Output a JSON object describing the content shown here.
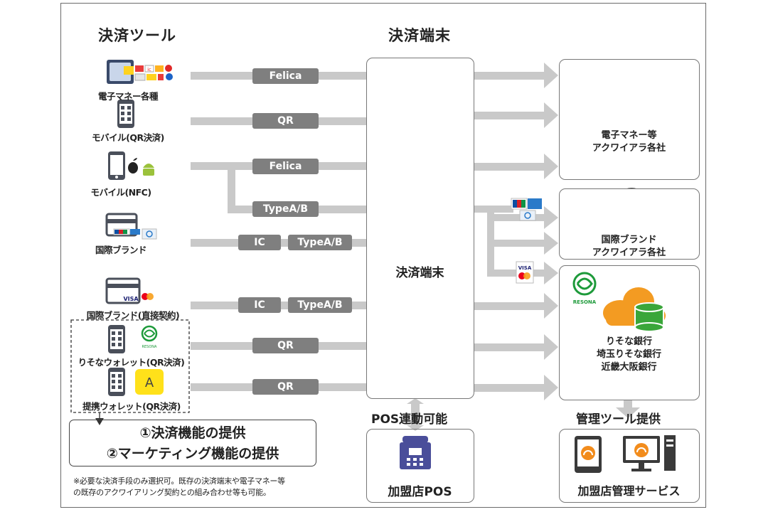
{
  "headers": {
    "tools": "決済ツール",
    "terminal": "決済端末",
    "pos_link": "POS連動可能",
    "mgmt_tool": "管理ツール提供"
  },
  "tools": [
    {
      "label": "電子マネー各種"
    },
    {
      "label": "モバイル(QR決済)"
    },
    {
      "label": "モバイル(NFC)"
    },
    {
      "label": "国際ブランド"
    },
    {
      "label": "国際ブランド(直接契約)"
    },
    {
      "label": "りそなウォレット(QR決済)"
    },
    {
      "label": "提携ウォレット(QR決済)"
    }
  ],
  "methods": {
    "felica_1": "Felica",
    "qr_1": "QR",
    "felica_2": "Felica",
    "typeab_1": "TypeA/B",
    "ic_1": "IC",
    "typeab_2": "TypeA/B",
    "ic_2": "IC",
    "typeab_3": "TypeA/B",
    "qr_2": "QR",
    "qr_3": "QR"
  },
  "terminal_label": "決済端末",
  "acquirers": {
    "emoney": [
      "電子マネー等",
      "アクワイアラ各社"
    ],
    "brand": [
      "国際ブランド",
      "アクワイアラ各社"
    ],
    "banks": [
      "りそな銀行",
      "埼玉りそな銀行",
      "近畿大阪銀行"
    ]
  },
  "card_logos": {
    "jcb": "JCB",
    "amex": "AMEX",
    "diners": "Diners",
    "visa": "VISA",
    "resona": "RESONA",
    "wallet_letter": "A"
  },
  "callout": [
    "①決済機能の提供",
    "②マーケティング機能の提供"
  ],
  "pos_box": "加盟店POS",
  "mgmt_box": "加盟店管理サービス",
  "note": [
    "※必要な決済手段のみ選択可。既存の決済端末や電子マネー等",
    "の既存のアクワイアリング契約との組み合わせ等も可能。"
  ],
  "colors": {
    "arrow": "#c9c9c9",
    "pill": "#7f7f7f",
    "cloud": "#595959",
    "cloud_orange": "#f39b22",
    "cylinder_green": "#3aa63a",
    "resona_green": "#1d9a3a",
    "wallet_yellow": "#ffe11a",
    "pos_phone": "#4a4e9a"
  }
}
